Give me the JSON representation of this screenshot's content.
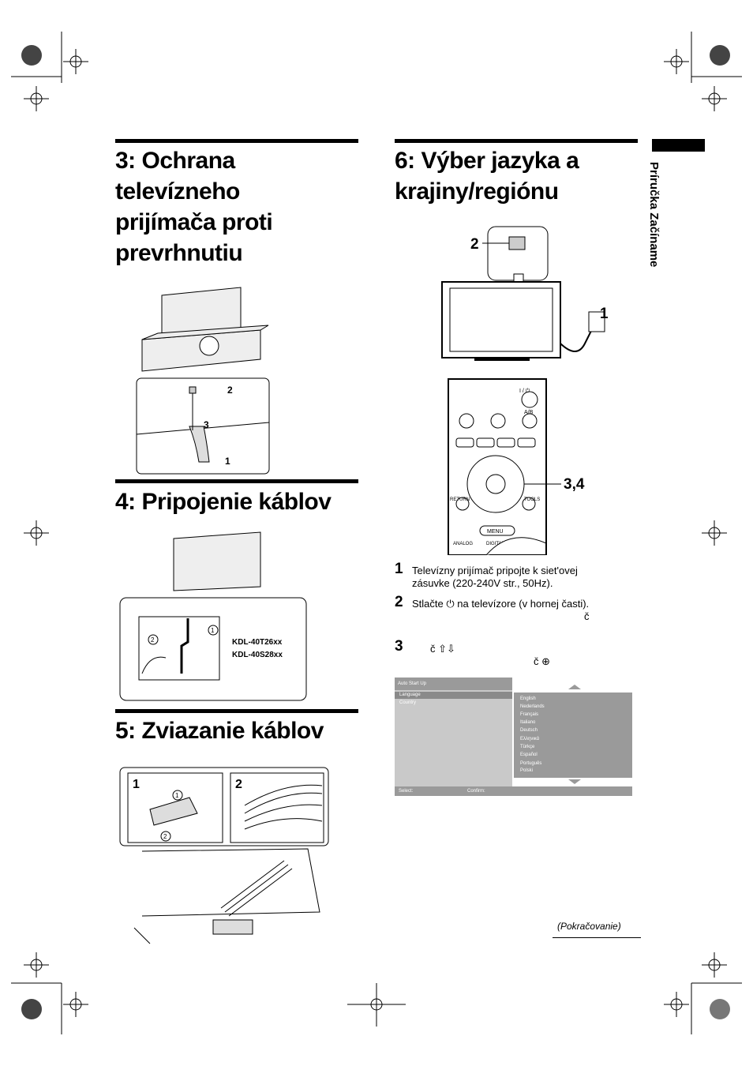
{
  "sections": {
    "s3": {
      "title": "3: Ochrana televízneho prijímača proti prevrhnutiu",
      "lines": [
        "3: Ochrana",
        "televízneho",
        "prijímača proti",
        "prevrhnutiu"
      ],
      "callouts": [
        "2",
        "3",
        "1"
      ]
    },
    "s4": {
      "title": "4: Pripojenie káblov",
      "models": [
        "KDL-40T26xx",
        "KDL-40S28xx"
      ],
      "callouts": [
        "2",
        "1"
      ]
    },
    "s5": {
      "title": "5: Zviazanie káblov",
      "callouts": [
        "1",
        "2",
        "1",
        "2"
      ]
    },
    "s6": {
      "title_lines": [
        "6: Výber jazyka a",
        "krajiny/regiónu"
      ],
      "callouts": [
        "2",
        "1",
        "3,4"
      ]
    }
  },
  "sidebar": {
    "label": "Príručka Začíname"
  },
  "remote": {
    "buttons": [
      "I / ⏻",
      "A/B",
      "MENU",
      "RETURN",
      "TOOLS",
      "ANALOG",
      "DIGITAL"
    ]
  },
  "steps": [
    {
      "num": "1",
      "text": "Televízny prijímač pripojte k siet'ovej zásuvke (220-240V str., 50Hz)."
    },
    {
      "num": "2",
      "text": "Stlačte ⏻ na televízore (v hornej časti).",
      "extra": "č"
    },
    {
      "num": "3",
      "text": "č ⇧⇩",
      "extra": "č ⊕"
    }
  ],
  "menu": {
    "title": "Auto Start Up",
    "items": [
      "Language",
      "Country"
    ],
    "languages": [
      "English",
      "Nederlands",
      "Français",
      "Italiano",
      "Deutsch",
      "Ελληνικά",
      "Türkçe",
      "Español",
      "Português",
      "Polski"
    ],
    "footer": {
      "select": "Select:",
      "confirm": "Confirm:"
    }
  },
  "continued": "(Pokračovanie)"
}
